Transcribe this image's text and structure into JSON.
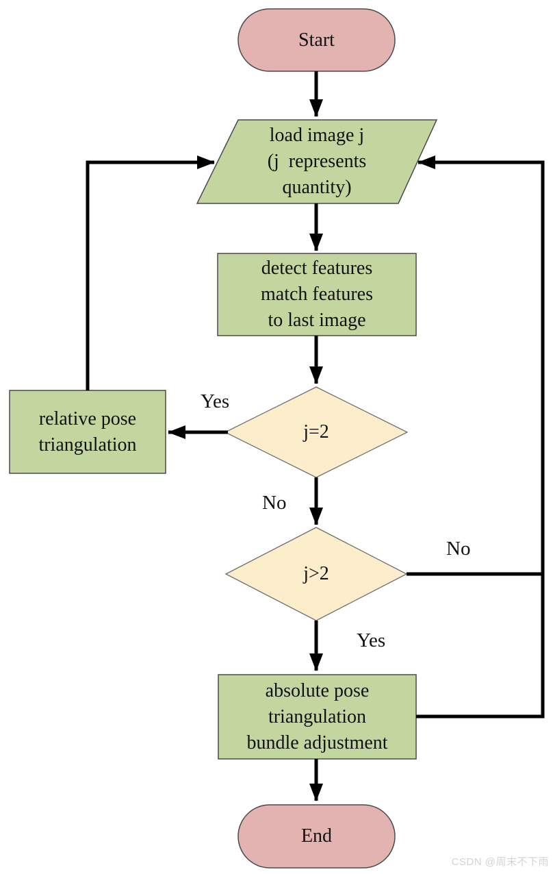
{
  "title": "structure-from-motion flowchart",
  "colors": {
    "terminator_fill": "#e2b3b0",
    "process_fill": "#c4d6a0",
    "decision_fill": "#fceecb",
    "connector": "#000000",
    "watermark": "#d3d3d3"
  },
  "nodes": {
    "start": {
      "type": "terminator",
      "label": "Start"
    },
    "load_image": {
      "type": "input",
      "label": "load image j\n(j  represents\nquantity)"
    },
    "detect_features": {
      "type": "process",
      "label": "detect features\nmatch features\nto last image"
    },
    "j_equals_2": {
      "type": "decision",
      "label": "j=2"
    },
    "relative_pose": {
      "type": "process",
      "label": "relative pose\ntriangulation"
    },
    "j_greater_2": {
      "type": "decision",
      "label": "j>2"
    },
    "absolute_pose": {
      "type": "process",
      "label": "absolute pose\ntriangulation\nbundle adjustment"
    },
    "end": {
      "type": "terminator",
      "label": "End"
    }
  },
  "edge_labels": {
    "j_equals_2_yes": "Yes",
    "j_equals_2_no": "No",
    "j_greater_2_no": "No",
    "j_greater_2_yes": "Yes"
  },
  "watermark": "CSDN @周末不下雨"
}
